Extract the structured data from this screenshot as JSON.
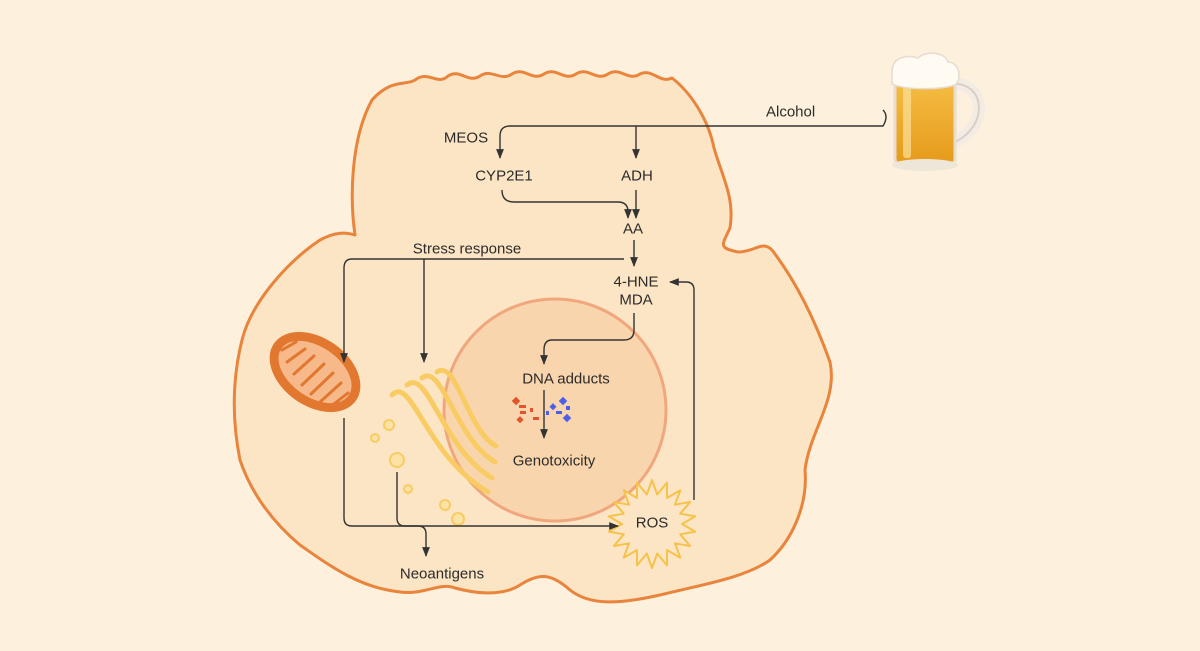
{
  "labels": {
    "alcohol": "Alcohol",
    "meos": "MEOS",
    "cyp2e1": "CYP2E1",
    "adh": "ADH",
    "aa": "AA",
    "stress_response": "Stress response",
    "hne": "4-HNE",
    "mda": "MDA",
    "dna_adducts": "DNA adducts",
    "genotoxicity": "Genotoxicity",
    "ros": "ROS",
    "neoantigens": "Neoantigens"
  },
  "icons": {
    "drink": "beer-mug-icon",
    "mitochondrion": "mitochondrion-icon",
    "golgi": "golgi-apparatus-icon",
    "nucleus": "nucleus-icon",
    "dna": "dna-adduct-icon",
    "ros": "ros-starburst-icon"
  },
  "colors": {
    "background": "#fdf0dc",
    "cell_fill": "#fce5c4",
    "cell_outline": "#e9843c",
    "nucleus_fill": "#f9d5ad",
    "nucleus_outline": "#f1a77e",
    "mitochondrion": "#e2772f",
    "golgi": "#f8cc62",
    "ros": "#f5c24a",
    "dna_red": "#e4532a",
    "dna_blue": "#4d5ee8",
    "arrow": "#333333"
  }
}
